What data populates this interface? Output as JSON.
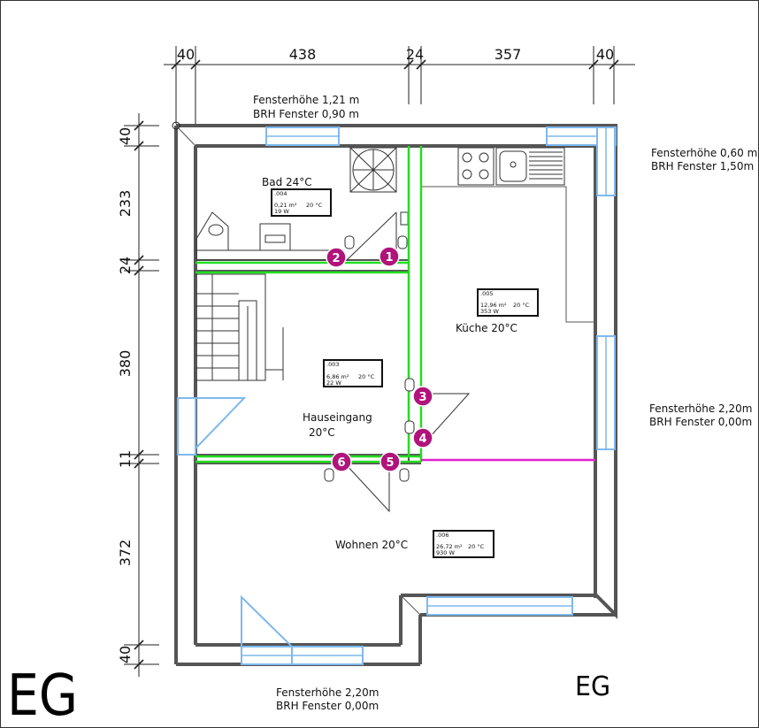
{
  "dimensions": {
    "top": [
      "40",
      "438",
      "24",
      "357",
      "40"
    ],
    "left": [
      "40",
      "233",
      "24",
      "380",
      "11",
      "372",
      "40"
    ]
  },
  "window_notes": {
    "top": [
      "Fensterhöhe 1,21 m",
      "BRH Fenster 0,90 m"
    ],
    "right_upper": [
      "Fensterhöhe 0,60 m",
      "BRH Fenster 1,50m"
    ],
    "right_middle": [
      "Fensterhöhe 2,20m",
      "BRH Fenster 0,00m"
    ],
    "bottom": [
      "Fensterhöhe 2,20m",
      "BRH Fenster 0,00m"
    ]
  },
  "rooms": [
    {
      "name": "Bad 24°C",
      "id": ".004",
      "area": "0,21 m²",
      "temp": "20 °C",
      "power": "19 W"
    },
    {
      "name": "Küche 20°C",
      "id": ".005",
      "area": "12,96 m²",
      "temp": "20 °C",
      "power": "353 W"
    },
    {
      "name": "Hauseingang",
      "subname": "20°C",
      "id": ".003",
      "area": "6,86 m²",
      "temp": "20 °C",
      "power": "22 W"
    },
    {
      "name": "Wohnen 20°C",
      "id": ".006",
      "area": "26,72 m²",
      "temp": "20 °C",
      "power": "930 W"
    }
  ],
  "circuits": [
    "1",
    "2",
    "3",
    "4",
    "5",
    "6"
  ],
  "floor_label": "EG",
  "colors": {
    "wall": "#555555",
    "window": "#7fb9ee",
    "pipe": "#22dd22",
    "pipe_magenta": "#e020d0",
    "badge": "#b0137a"
  }
}
